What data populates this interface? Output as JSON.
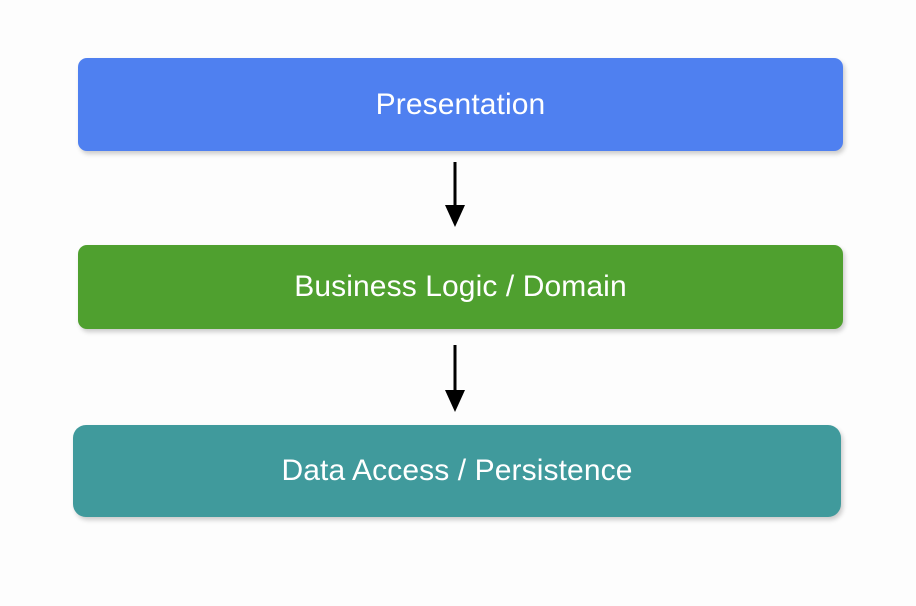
{
  "diagram": {
    "type": "layered-architecture",
    "background_color": "#fdfdfd",
    "text_color": "#ffffff",
    "arrow_color": "#000000",
    "layers": [
      {
        "id": "presentation",
        "label": "Presentation",
        "color": "#4f80f0",
        "order": 1
      },
      {
        "id": "business-logic",
        "label": "Business Logic / Domain",
        "color": "#4fa02f",
        "order": 2
      },
      {
        "id": "data-access",
        "label": "Data Access / Persistence",
        "color": "#409a9c",
        "order": 3
      }
    ],
    "connections": [
      {
        "id": "presentation-to-business",
        "from": "presentation",
        "to": "business-logic",
        "style": "solid-arrow",
        "direction": "down"
      },
      {
        "id": "business-to-data",
        "from": "business-logic",
        "to": "data-access",
        "style": "solid-arrow",
        "direction": "down"
      }
    ]
  }
}
